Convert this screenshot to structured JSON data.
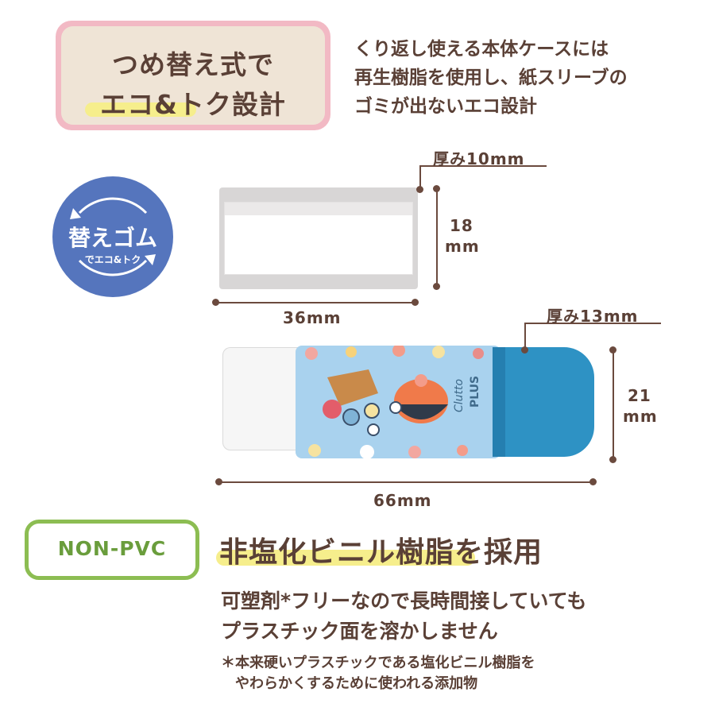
{
  "badge": {
    "line1": "つめ替え式で",
    "line2": "エコ&トク設計"
  },
  "top_description": [
    "くり返し使える本体ケースには",
    "再生樹脂を使用し、紙スリーブの",
    "ゴミが出ないエコ設計"
  ],
  "refill_circle": {
    "main": "替えゴム",
    "sub": "でエコ&トク"
  },
  "refill_dims": {
    "thickness": "厚み10mm",
    "height_num": "18",
    "height_unit": "mm",
    "width": "36mm"
  },
  "eraser_dims": {
    "thickness": "厚み13mm",
    "height_num": "21",
    "height_unit": "mm",
    "length": "66mm"
  },
  "eraser_brand": {
    "logo": "Clutto",
    "maker": "PLUS"
  },
  "non_pvc": {
    "label": "NON-PVC",
    "title": "非塩化ビニル樹脂を採用",
    "description": [
      "可塑剤*フリーなので長時間接していても",
      "プラスチック面を溶かしません"
    ],
    "note": [
      "＊本来硬いプラスチックである塩化ビニル樹脂を",
      "　やわらかくするために使われる添加物"
    ]
  },
  "colors": {
    "brown": "#5a4036",
    "pink": "#f2b9c4",
    "beige": "#efe4d6",
    "blue_circle": "#5575bd",
    "green": "#8cbd52",
    "highlight": "#f6ee8c",
    "cap_blue": "#2e92c4",
    "sleeve_blue": "#a9d2ee"
  }
}
